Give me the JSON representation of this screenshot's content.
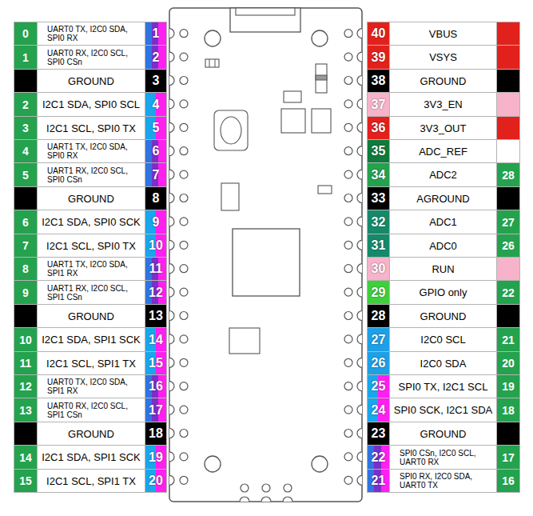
{
  "diagram": {
    "labels": [
      "0",
      "UART0 TX, I2C0 SDA, SPI0 RX",
      "1",
      "40",
      "VBUS",
      "1",
      "UART0 RX, I2C0 SCL, SPI0 CSn",
      "2",
      "39",
      "VSYS",
      "GROUND",
      "3",
      "38",
      "GROUND",
      "2",
      "I2C1 SDA, SPI0 SCL",
      "4",
      "37",
      "3V3_EN",
      "3",
      "I2C1 SCL, SPI0 TX",
      "5",
      "36",
      "3V3_OUT",
      "4",
      "UART1 TX, I2C0 SDA, SPI0 RX",
      "6",
      "35",
      "ADC_REF",
      "5",
      "UART1 RX, I2C0 SCL, SPI0 CSn",
      "7",
      "34",
      "ADC2",
      "28",
      "GROUND",
      "8",
      "33",
      "AGROUND",
      "6",
      "I2C1 SDA, SPI0 SCK",
      "9",
      "32",
      "ADC1",
      "27",
      "7",
      "I2C1 SCL, SPI0 TX",
      "10",
      "31",
      "ADC0",
      "26",
      "8",
      "UART1 TX, I2C0 SDA, SPI1 RX",
      "11",
      "30",
      "RUN",
      "9",
      "UART1 RX, I2C0 SCL, SPI1 CSn",
      "12",
      "29",
      "GPIO only",
      "22",
      "GROUND",
      "13",
      "28",
      "GROUND",
      "10",
      "I2C1 SDA, SPI1 SCK",
      "14",
      "27",
      "I2C0 SCL",
      "21",
      "11",
      "I2C1 SCL, SPI1 TX",
      "15",
      "26",
      "I2C0 SDA",
      "20",
      "12",
      "UART0 TX, I2C0 SDA, SPI1 RX",
      "16",
      "25",
      "SPI0 TX, I2C1 SCL",
      "19",
      "13",
      "UART0 RX, I2C0 SCL, SPI1 CSn",
      "17",
      "24",
      "SPI0 SCK, I2C1 SDA",
      "18",
      "GROUND",
      "18",
      "23",
      "GROUND",
      "14",
      "I2C1 SDA, SPI1 SCK",
      "19",
      "22",
      "SPI0 CSn, I2C0 SCL, UART0 RX",
      "17",
      "15",
      "I2C1 SCL, SPI1 TX",
      "20",
      "21",
      "SPI0 RX, I2C0 SDA, UART0 TX",
      "16"
    ]
  }
}
